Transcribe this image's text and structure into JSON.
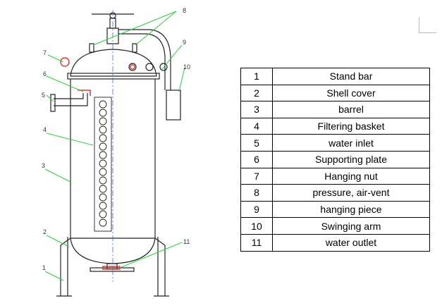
{
  "callouts": [
    "1",
    "2",
    "3",
    "4",
    "5",
    "6",
    "7",
    "8",
    "9",
    "10",
    "11"
  ],
  "parts": [
    {
      "no": "1",
      "name": "Stand bar"
    },
    {
      "no": "2",
      "name": "Shell cover"
    },
    {
      "no": "3",
      "name": "barrel"
    },
    {
      "no": "4",
      "name": "Filtering basket"
    },
    {
      "no": "5",
      "name": "water inlet"
    },
    {
      "no": "6",
      "name": "Supporting plate"
    },
    {
      "no": "7",
      "name": "Hanging nut"
    },
    {
      "no": "8",
      "name": "pressure, air-vent"
    },
    {
      "no": "9",
      "name": "hanging piece"
    },
    {
      "no": "10",
      "name": "Swinging arm"
    },
    {
      "no": "11",
      "name": "water outlet"
    }
  ],
  "colors": {
    "outline": "#222222",
    "leader": "#2ecc40",
    "accent": "#e03a3a",
    "centerline": "#2a6fdb"
  }
}
